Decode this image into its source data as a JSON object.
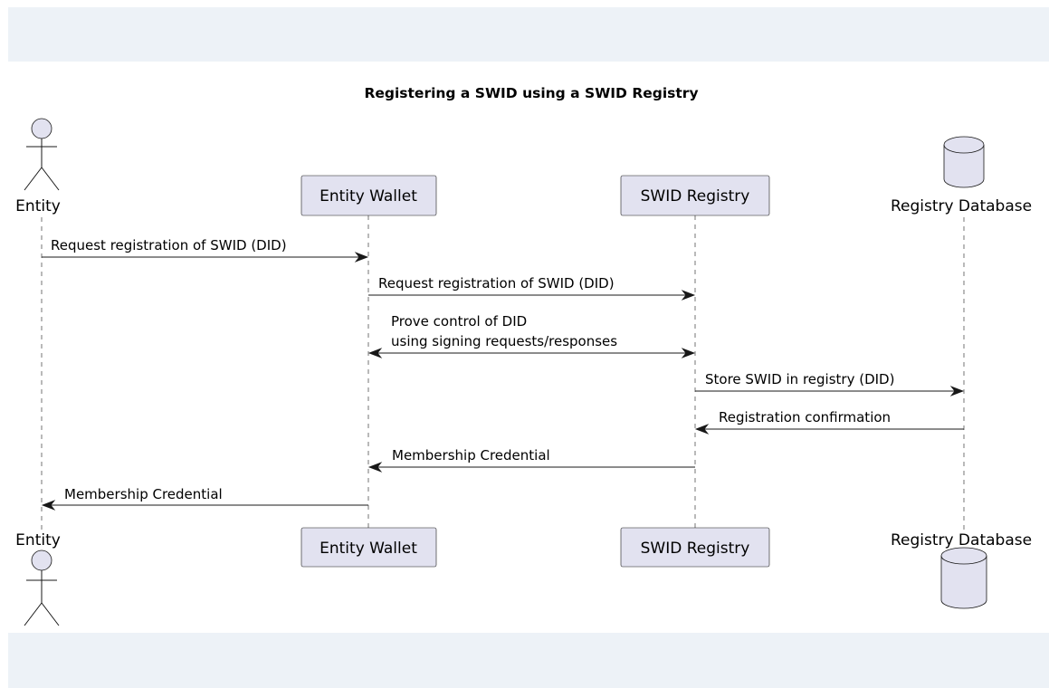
{
  "diagram": {
    "title": "Registering a SWID using a SWID Registry",
    "participants": {
      "entity": {
        "label": "Entity",
        "kind": "actor"
      },
      "wallet": {
        "label": "Entity Wallet",
        "kind": "participant"
      },
      "registry": {
        "label": "SWID Registry",
        "kind": "participant"
      },
      "database": {
        "label": "Registry Database",
        "kind": "database"
      }
    },
    "messages": [
      {
        "from": "entity",
        "to": "wallet",
        "lines": [
          "Request registration of SWID (DID)"
        ],
        "direction": "forward"
      },
      {
        "from": "wallet",
        "to": "registry",
        "lines": [
          "Request registration of SWID (DID)"
        ],
        "direction": "forward"
      },
      {
        "from": "wallet",
        "to": "registry",
        "lines": [
          "Prove control of DID",
          "using signing requests/responses"
        ],
        "direction": "both"
      },
      {
        "from": "registry",
        "to": "database",
        "lines": [
          "Store SWID in registry (DID)"
        ],
        "direction": "forward"
      },
      {
        "from": "database",
        "to": "registry",
        "lines": [
          "Registration confirmation"
        ],
        "direction": "forward"
      },
      {
        "from": "registry",
        "to": "wallet",
        "lines": [
          "Membership Credential"
        ],
        "direction": "forward"
      },
      {
        "from": "wallet",
        "to": "entity",
        "lines": [
          "Membership Credential"
        ],
        "direction": "forward"
      }
    ],
    "colors": {
      "band": "#edf2f7",
      "participant_fill": "#e2e2f0",
      "line": "#181818"
    }
  }
}
